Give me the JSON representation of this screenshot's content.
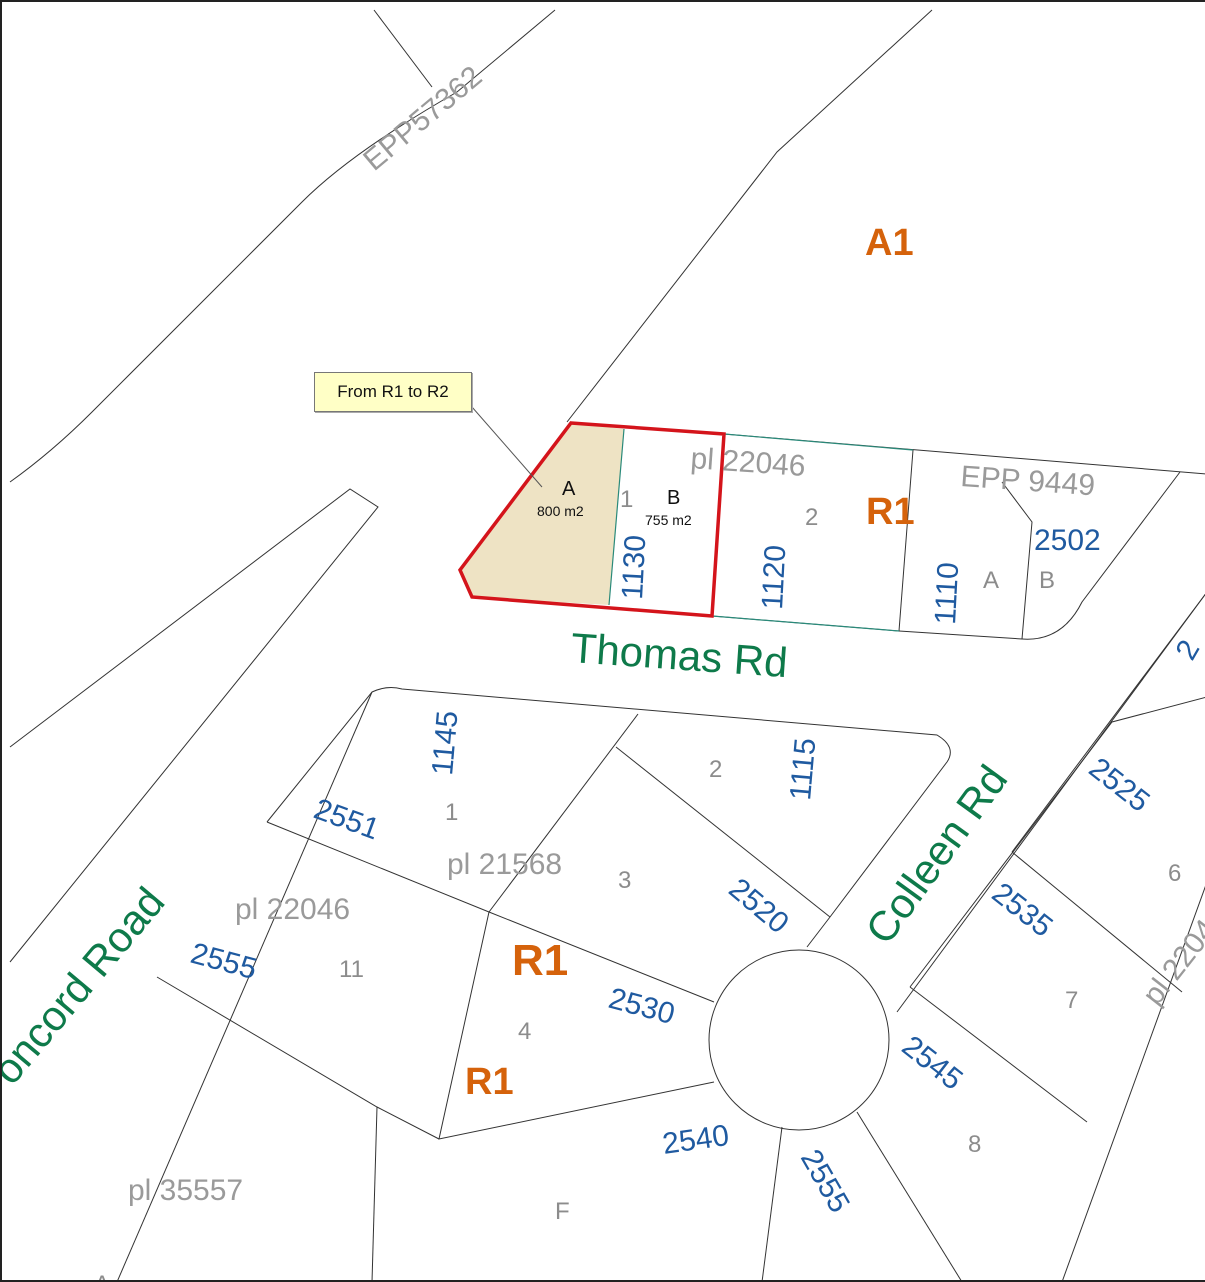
{
  "colors": {
    "subject_fill": "#eee3c4",
    "subject_outline": "#d4141b",
    "address_text": "#1f5aa0",
    "zone_text": "#d5620b",
    "road_text": "#0e7a4a",
    "plan_text": "#9a9a9a",
    "callout_bg": "#ffffc6"
  },
  "callout": {
    "text": "From R1 to R2"
  },
  "subject_lots": {
    "a": {
      "label": "A",
      "area": "800 m2"
    },
    "b": {
      "label": "B",
      "area": "755 m2"
    }
  },
  "zones": {
    "a1": "A1",
    "r1_top": "R1",
    "r1_mid": "R1",
    "r1_low": "R1"
  },
  "roads": {
    "thomas": "Thomas Rd",
    "colleen": "Colleen Rd",
    "concord": "oncord Road"
  },
  "plans": {
    "epp57362": "EPP57362",
    "pl22046_top": "pl 22046",
    "epp9449": "EPP 9449",
    "pl21568": "pl 21568",
    "pl22046_left": "pl 22046",
    "pl35557": "pl 35557",
    "pl2204_right": "pl 2204"
  },
  "addresses": {
    "a1130": "1130",
    "a1120": "1120",
    "a1110": "1110",
    "a2502": "2502",
    "a1145": "1145",
    "a1115": "1115",
    "a2551": "2551",
    "a2520": "2520",
    "a2555_left": "2555",
    "a2530": "2530",
    "a2540": "2540",
    "a2555_bottom": "2555",
    "a2525": "2525",
    "a2535": "2535",
    "a2545": "2545",
    "a2_partial": "2"
  },
  "lot_numbers": {
    "n1_top": "1",
    "n2_top": "2",
    "nA": "A",
    "nB": "B",
    "n2_mid": "2",
    "n1_mid": "1",
    "n3": "3",
    "n11": "11",
    "n4": "4",
    "n6": "6",
    "n7": "7",
    "n8": "8",
    "nF": "F",
    "nA_bottom": "A"
  }
}
